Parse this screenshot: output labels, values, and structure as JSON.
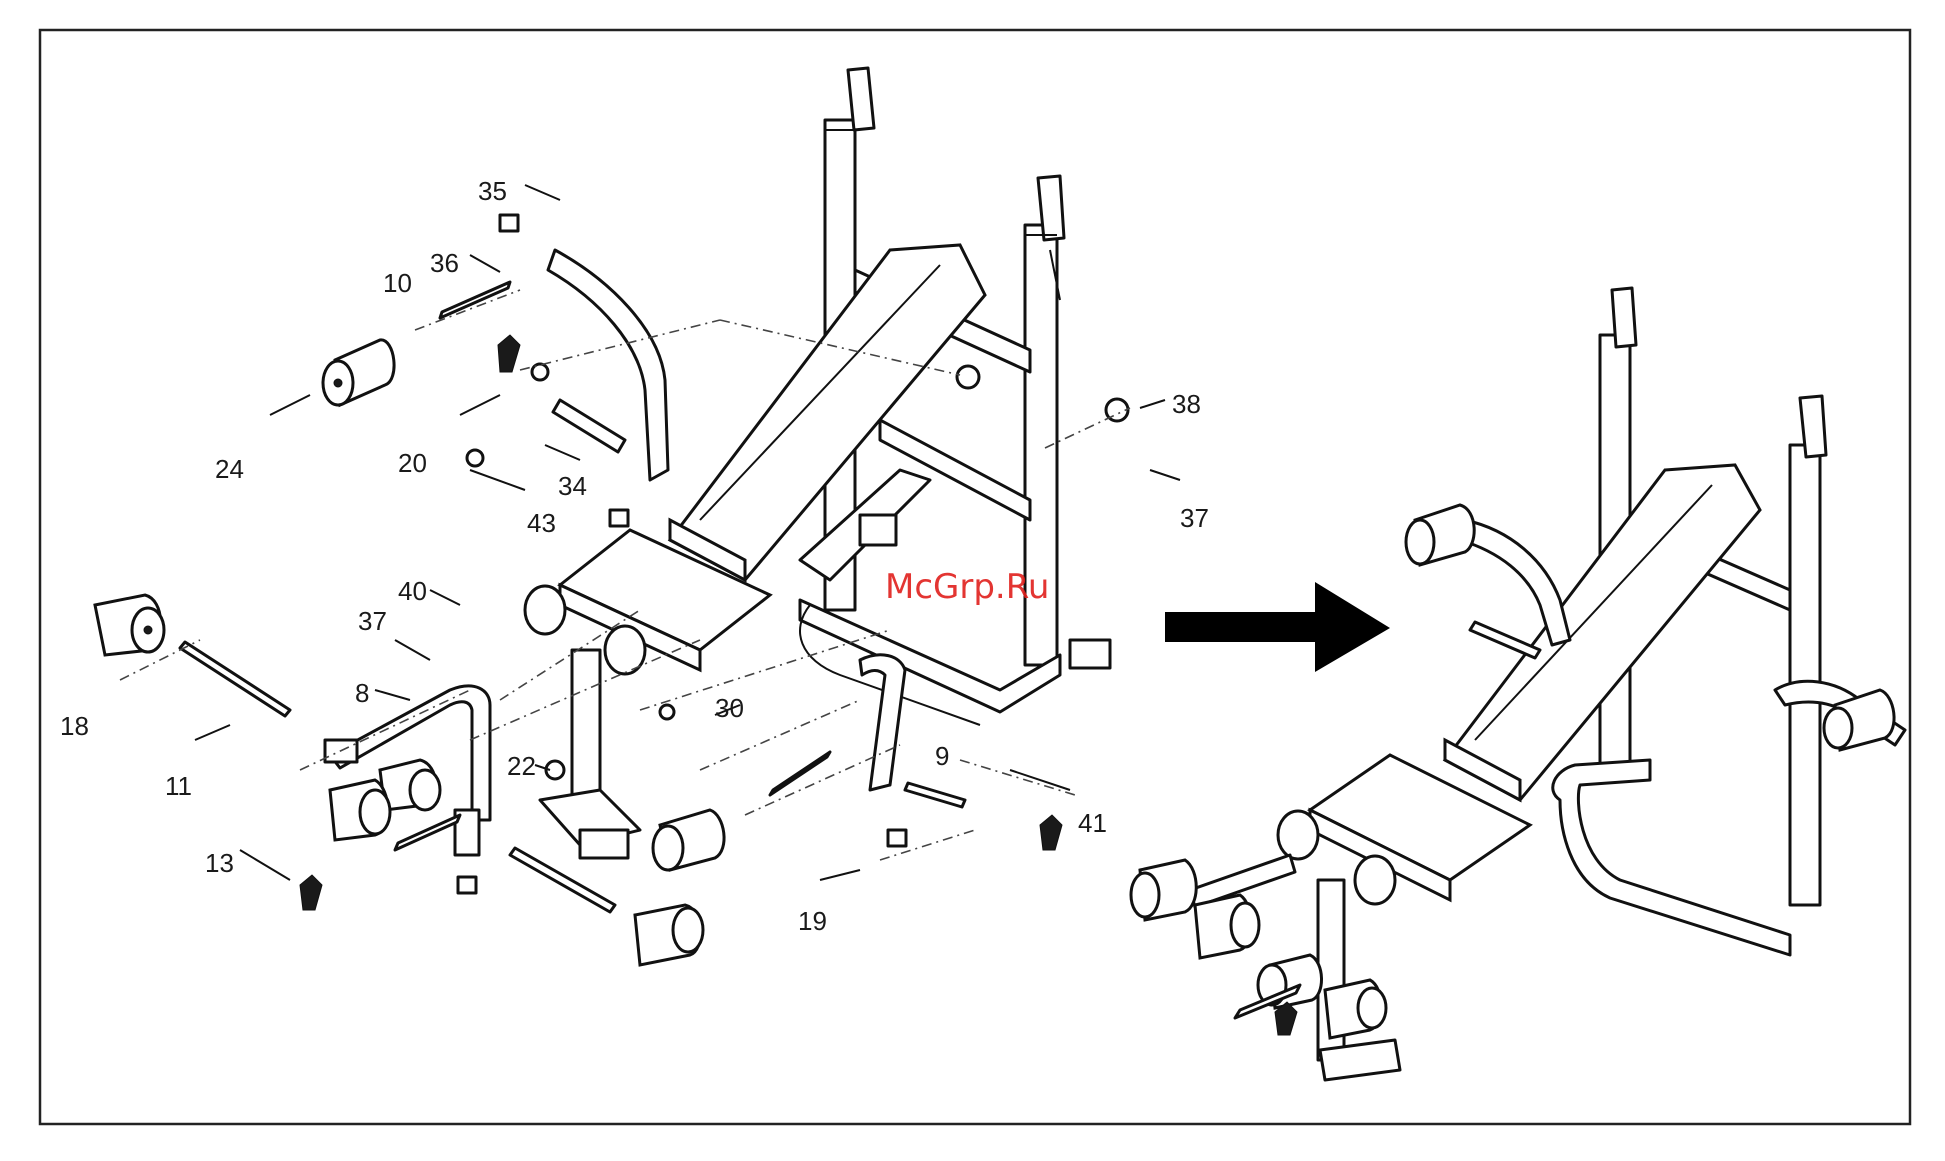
{
  "diagram": {
    "callouts": [
      "35",
      "36",
      "10",
      "24",
      "20",
      "34",
      "43",
      "38",
      "37",
      "40",
      "37",
      "8",
      "18",
      "11",
      "22",
      "30",
      "9",
      "41",
      "13",
      "19"
    ],
    "watermark": "McGrp.Ru",
    "step_arrow": "right-arrow",
    "colors": {
      "line": "#111111",
      "watermark": "#e0201c",
      "background": "#ffffff"
    }
  }
}
